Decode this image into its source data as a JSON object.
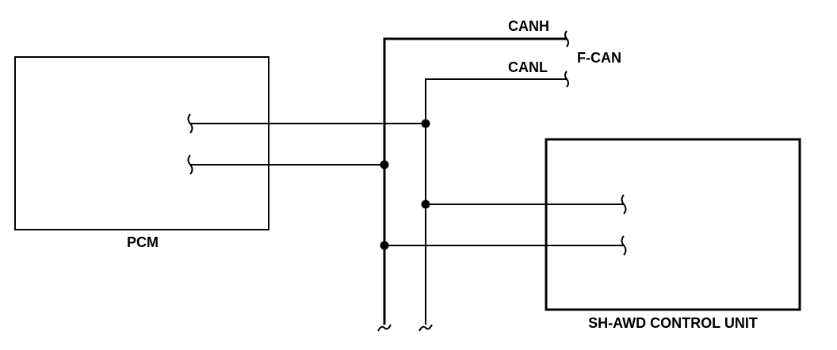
{
  "diagram": {
    "pcm_label": "PCM",
    "sh_awd_label": "SH-AWD CONTROL UNIT",
    "canh_label": "CANH",
    "canl_label": "CANL",
    "fcan_label": "F-CAN"
  }
}
